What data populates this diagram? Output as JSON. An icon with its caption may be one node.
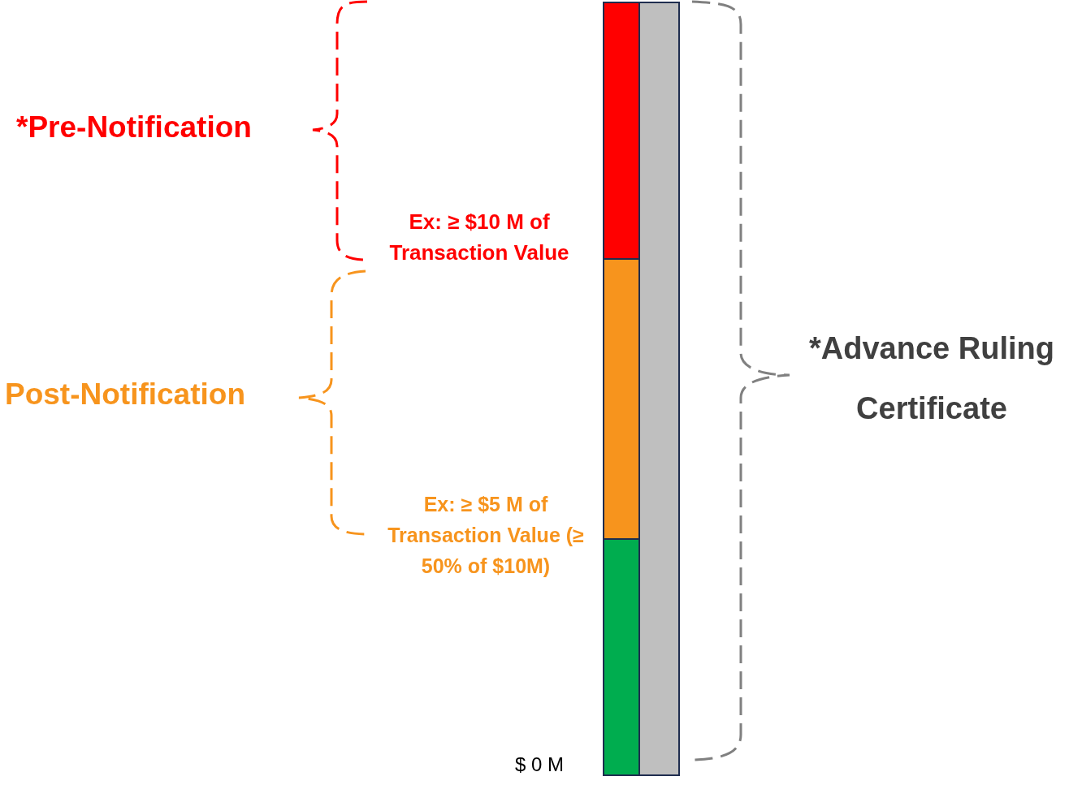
{
  "diagram": {
    "nodes": [
      {
        "text": [],
        "shape": "bar"
      },
      {
        "text": [],
        "shape": "bar"
      },
      {
        "text": [],
        "shape": "bar"
      },
      {
        "text": [],
        "shape": "bar"
      }
    ],
    "labels": [
      "*Pre-Notification",
      "Ex: ≥ $10 M of Transaction Value",
      "*Advance Ruling Certificate",
      "Post-Notification",
      "Ex: ≥ $5 M of Transaction Value (≥ 50% of $10M)",
      "$ 0 M"
    ]
  }
}
